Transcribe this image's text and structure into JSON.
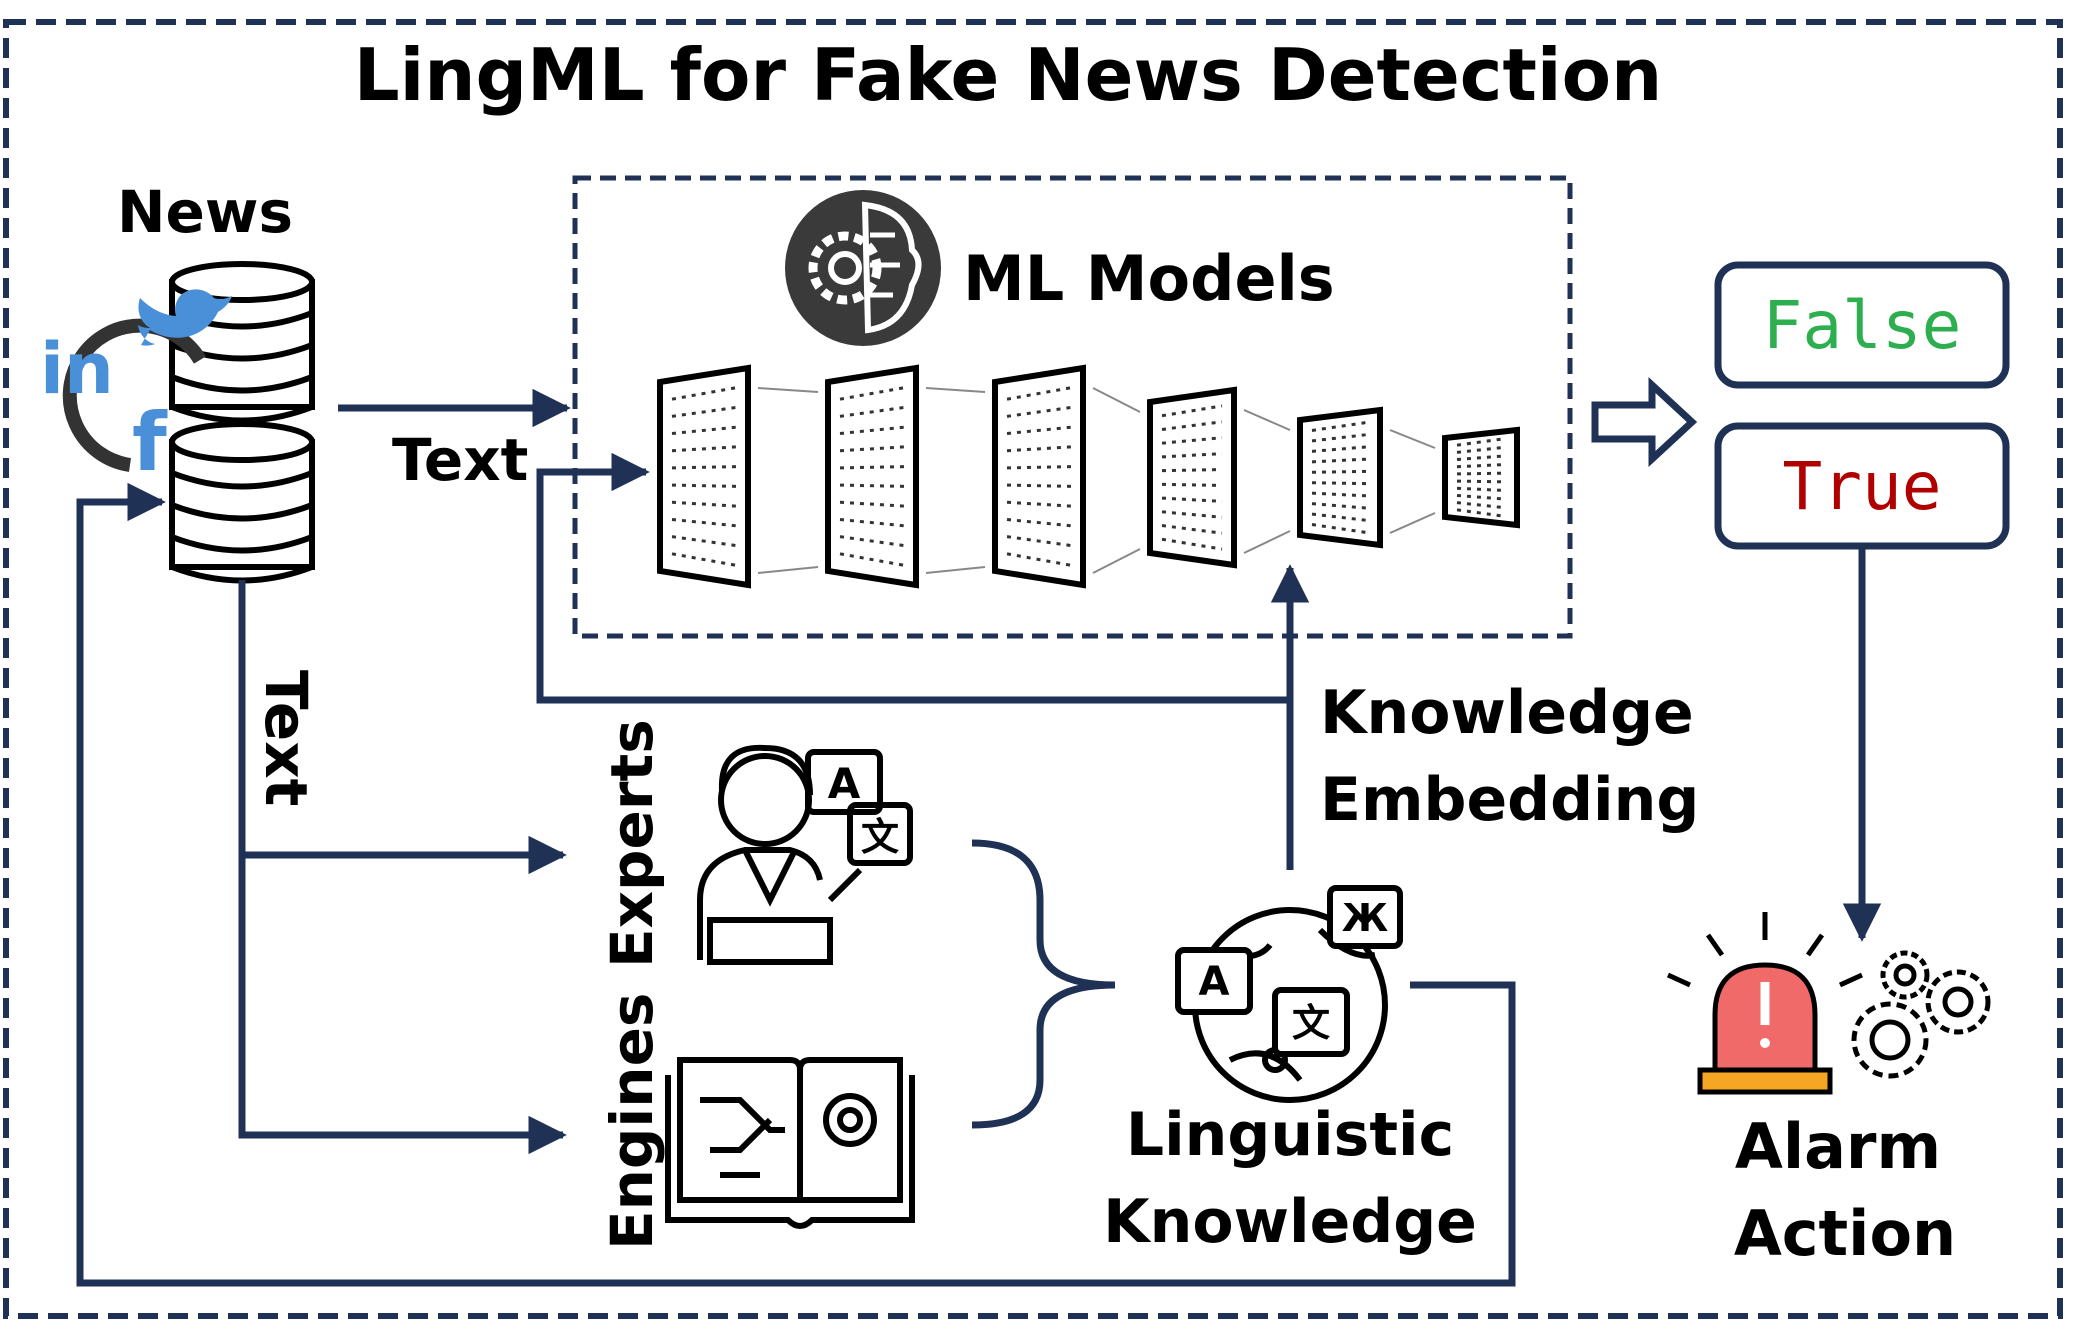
{
  "title": "LingML for Fake News Detection",
  "labels": {
    "news": "News",
    "text_top": "Text",
    "text_vertical": "Text",
    "ml_models": "ML Models",
    "knowledge_embedding_line1": "Knowledge",
    "knowledge_embedding_line2": "Embedding",
    "experts": "Experts",
    "engines": "Engines",
    "linguistic_line1": "Linguistic",
    "linguistic_line2": "Knowledge",
    "alarm_line1": "Alarm",
    "alarm_line2": "Action"
  },
  "outputs": {
    "false_label": "False",
    "true_label": "True"
  },
  "colors": {
    "navy": "#1f3154",
    "false_green": "#2eaf4f",
    "true_red": "#b00000",
    "social_blue": "#4a90d9",
    "alarm_red": "#f06a6a",
    "alarm_base": "#f5a623"
  },
  "icons": {
    "social": [
      "twitter-icon",
      "linkedin-icon",
      "facebook-icon"
    ],
    "ml": "brain-gear-icon",
    "experts": "person-translation-icon",
    "engines": "circuit-book-icon",
    "linguistic": "globe-languages-icon",
    "alarm": "siren-icon",
    "gears": "gears-icon"
  },
  "glyphs": {
    "a": "A",
    "wen": "文",
    "zhe": "Ж"
  }
}
